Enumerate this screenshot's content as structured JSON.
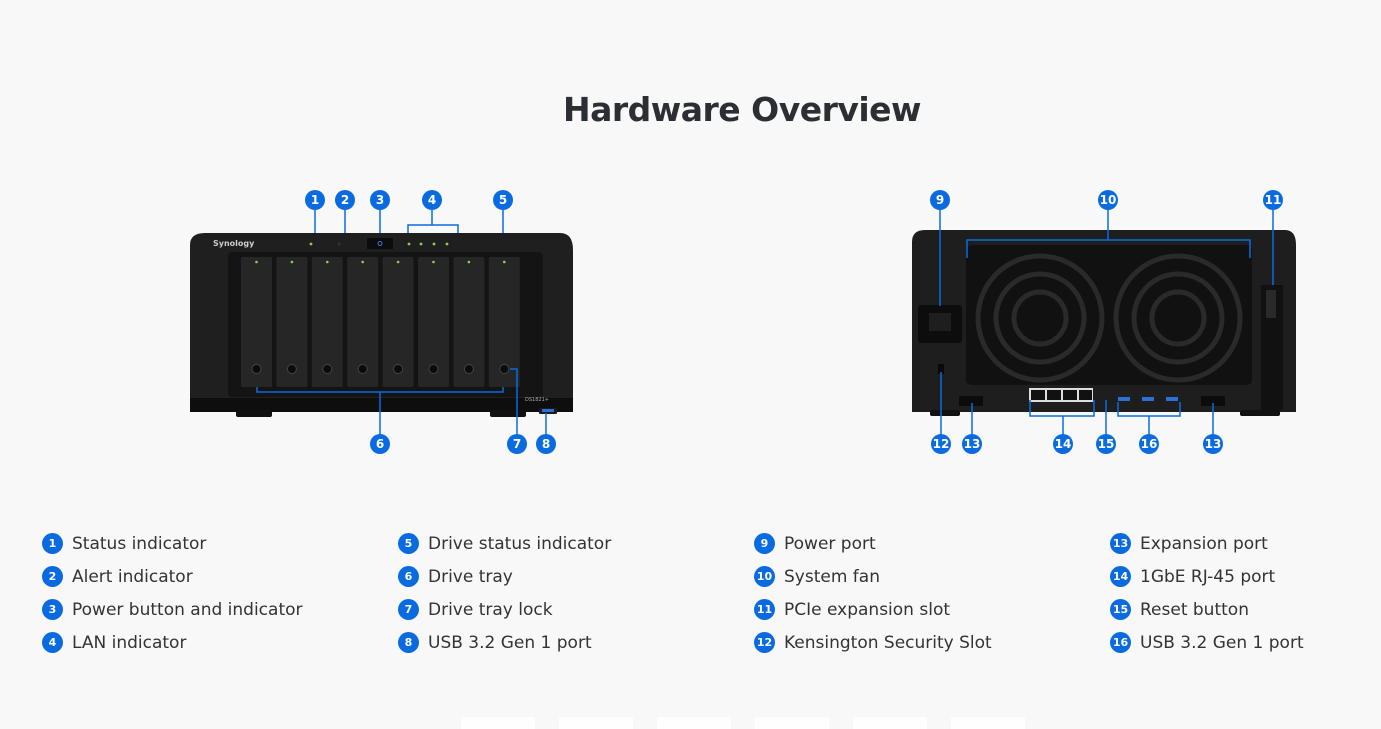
{
  "title": "Hardware Overview",
  "device_labels": {
    "brand": "Synology",
    "model": "DS1821+"
  },
  "front_callouts": [
    "1",
    "2",
    "3",
    "4",
    "5",
    "6",
    "7",
    "8"
  ],
  "rear_callouts": [
    "9",
    "10",
    "11",
    "12",
    "13",
    "14",
    "15",
    "16",
    "13"
  ],
  "legend": [
    {
      "n": "1",
      "label": "Status indicator"
    },
    {
      "n": "2",
      "label": "Alert indicator"
    },
    {
      "n": "3",
      "label": "Power button and indicator"
    },
    {
      "n": "4",
      "label": "LAN indicator"
    },
    {
      "n": "5",
      "label": "Drive status indicator"
    },
    {
      "n": "6",
      "label": "Drive tray"
    },
    {
      "n": "7",
      "label": "Drive tray lock"
    },
    {
      "n": "8",
      "label": "USB 3.2 Gen 1 port"
    },
    {
      "n": "9",
      "label": "Power port"
    },
    {
      "n": "10",
      "label": "System fan"
    },
    {
      "n": "11",
      "label": "PCIe expansion slot"
    },
    {
      "n": "12",
      "label": "Kensington Security Slot"
    },
    {
      "n": "13",
      "label": "Expansion port"
    },
    {
      "n": "14",
      "label": "1GbE RJ-45 port"
    },
    {
      "n": "15",
      "label": "Reset button"
    },
    {
      "n": "16",
      "label": "USB 3.2 Gen 1 port"
    }
  ],
  "colors": {
    "accent": "#0a6be0",
    "device": "#1c1c1c",
    "led": "#8fd14f"
  }
}
